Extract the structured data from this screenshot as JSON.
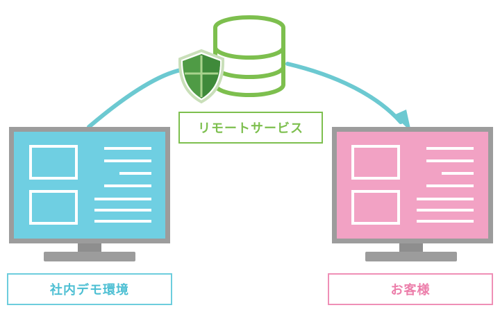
{
  "labels": {
    "remote_service": "リモートサービス",
    "internal_env": "社内デモ環境",
    "customer": "お客様"
  },
  "icons": {
    "database": "database-icon",
    "shield": "shield-icon",
    "left_monitor": "monitor-icon",
    "right_monitor": "monitor-icon",
    "arrow": "arrow-icon"
  },
  "colors": {
    "remote": "#7dbf4e",
    "internal": "#6ccddd",
    "customer": "#ef8fb6",
    "arrow": "#6cc9d1",
    "screen_left": "#6fcfe2",
    "screen_right": "#f2a2c4",
    "monitor_frame": "#9c9c9c",
    "shield": "#4f9b45"
  }
}
